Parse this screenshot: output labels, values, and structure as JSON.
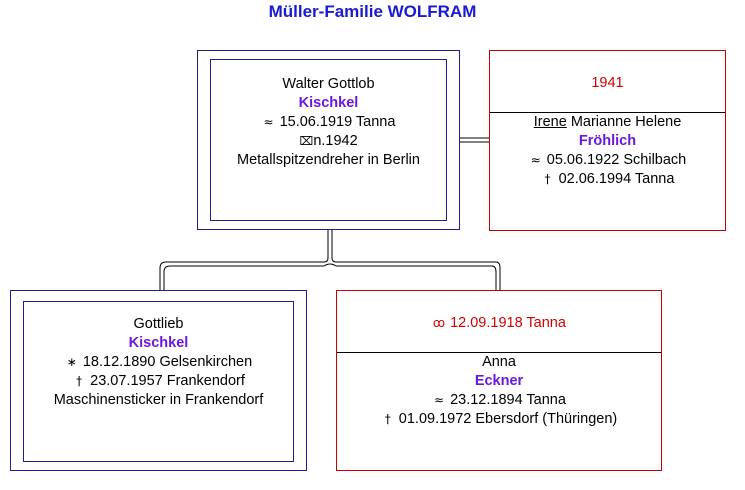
{
  "title": "Müller-Familie WOLFRAM",
  "colors": {
    "title": "#1a1ad4",
    "surname": "#6a18e0",
    "male_border": "#1e1e8c",
    "female_border": "#c80000",
    "marriage_text": "#d40000"
  },
  "persons": {
    "walter": {
      "given": "Walter Gottlob",
      "surname": "Kischkel",
      "birth_symbol": "≈",
      "birth": "15.06.1919 Tanna",
      "death_symbol": "⌧",
      "death": "n.1942",
      "occupation": "Metallspitzendreher in Berlin"
    },
    "irene": {
      "marriage": "1941",
      "given_rufname": "Irene",
      "given_rest": "Marianne Helene",
      "surname": "Fröhlich",
      "birth_symbol": "≈",
      "birth": "05.06.1922 Schilbach",
      "death_symbol": "†",
      "death": "02.06.1994 Tanna"
    },
    "gottlieb": {
      "given": "Gottlieb",
      "surname": "Kischkel",
      "birth_symbol": "∗",
      "birth": "18.12.1890 Gelsenkirchen",
      "death_symbol": "†",
      "death": "23.07.1957 Frankendorf",
      "occupation": "Maschinensticker in Frankendorf"
    },
    "anna": {
      "marriage_symbol": "ꝏ",
      "marriage": "12.09.1918 Tanna",
      "given": "Anna",
      "surname": "Eckner",
      "birth_symbol": "≈",
      "birth": "23.12.1894 Tanna",
      "death_symbol": "†",
      "death": "01.09.1972 Ebersdorf (Thüringen)"
    }
  }
}
